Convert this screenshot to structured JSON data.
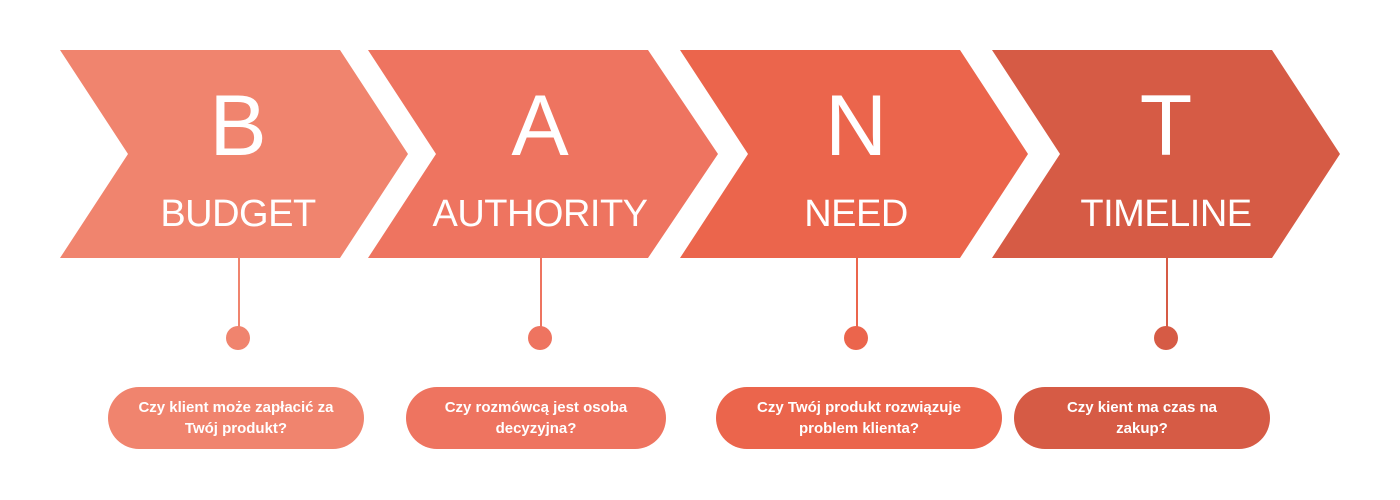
{
  "steps": [
    {
      "letter": "B",
      "label": "BUDGET",
      "question": "Czy klient może zapłacić za Twój produkt?",
      "color": "#F0846E"
    },
    {
      "letter": "A",
      "label": "AUTHORITY",
      "question": "Czy rozmówcą jest osoba decyzyjna?",
      "color": "#EE7460"
    },
    {
      "letter": "N",
      "label": "NEED",
      "question": "Czy Twój produkt rozwiązuje problem klienta?",
      "color": "#EB654C"
    },
    {
      "letter": "T",
      "label": "TIMELINE",
      "question": "Czy kient ma czas na zakup?",
      "color": "#D65B45"
    }
  ]
}
